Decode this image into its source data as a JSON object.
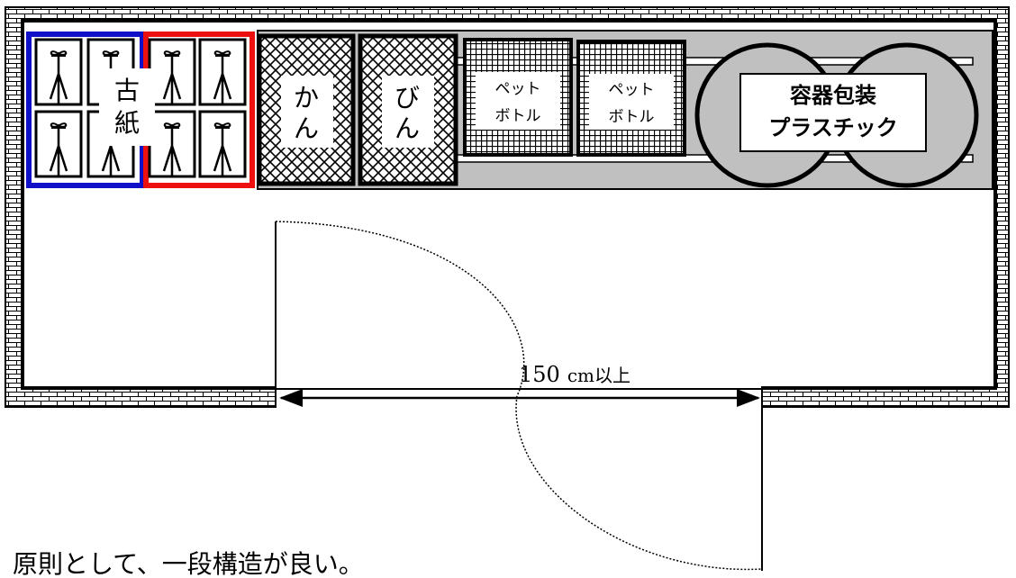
{
  "labels": {
    "paper": "古紙",
    "cans": "かん",
    "bottles": "びん",
    "pet_bottle_1_line1": "ペット",
    "pet_bottle_1_line2": "ボトル",
    "pet_bottle_2_line1": "ペット",
    "pet_bottle_2_line2": "ボトル",
    "plastic_line1": "容器包装",
    "plastic_line2": "プラスチック"
  },
  "dimension": {
    "value": "150",
    "unit": "cm以上"
  },
  "note": "原則として、一段構造が良い。",
  "colors": {
    "paper_frame_left": "#1010c8",
    "paper_frame_right": "#ee1010",
    "rack_fill": "#c0c0c0",
    "line": "#000000"
  }
}
